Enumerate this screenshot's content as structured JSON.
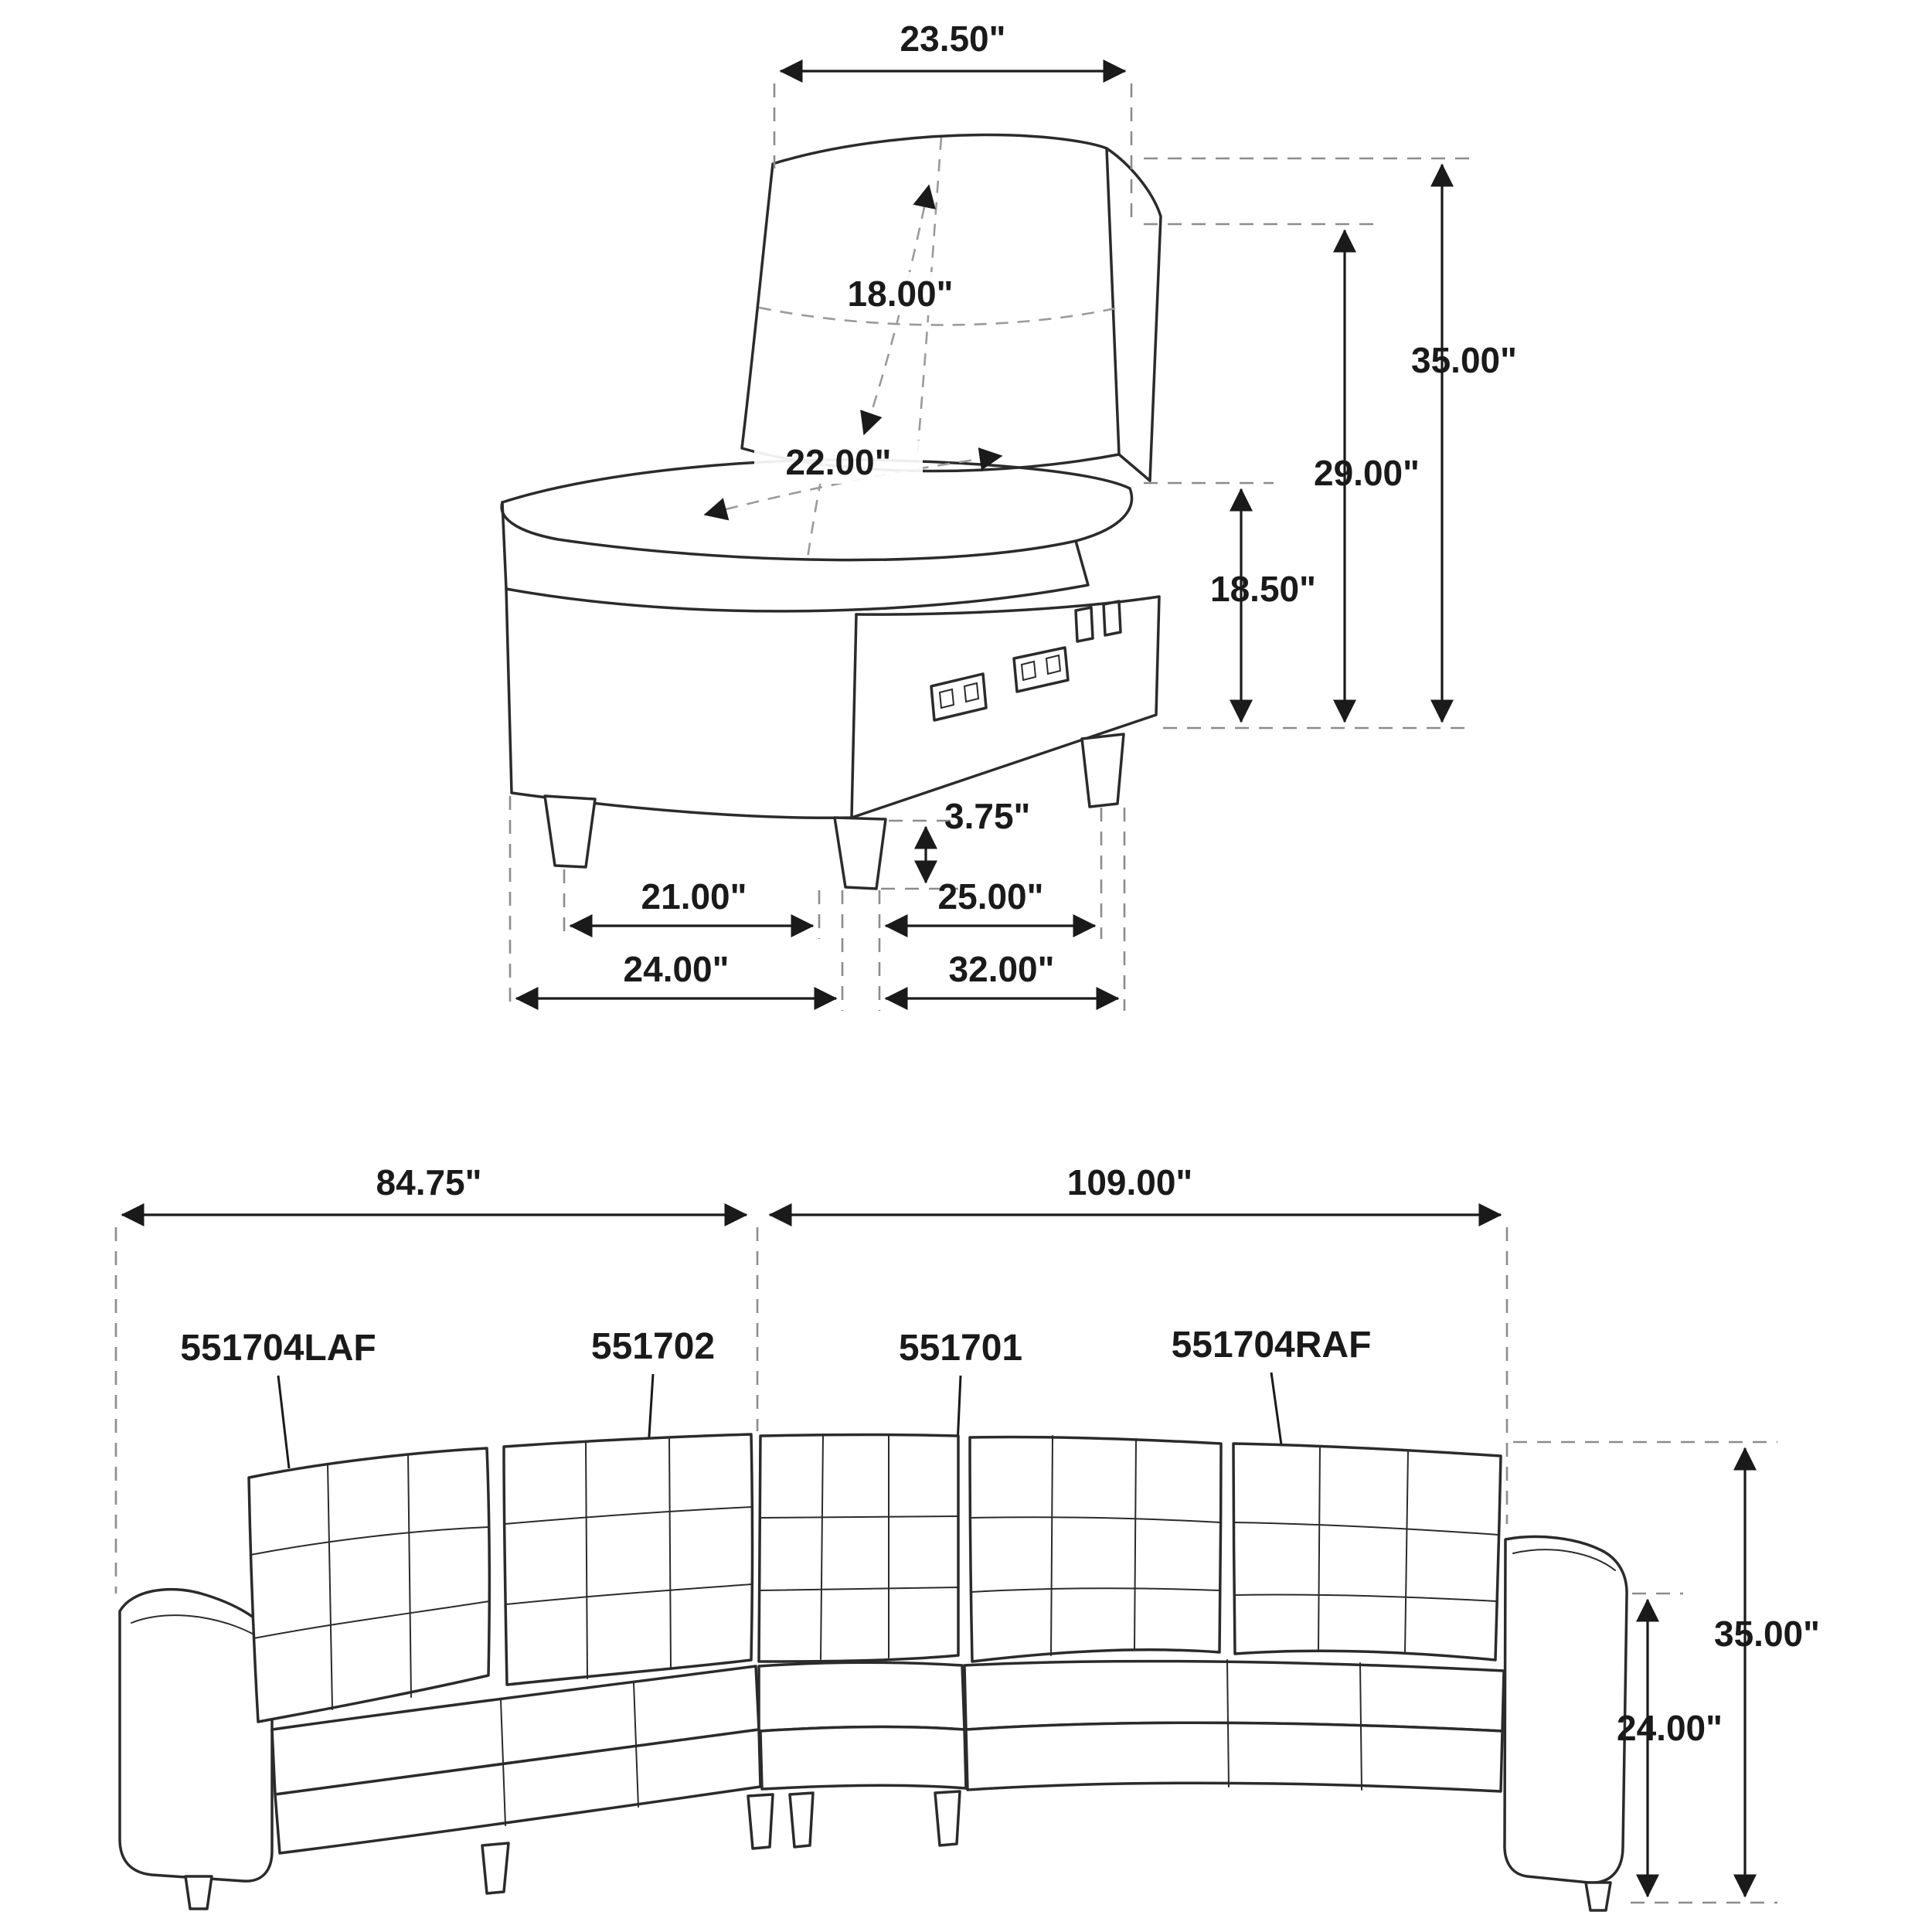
{
  "diagram": {
    "background": "#ffffff",
    "line_color": "#2b2b2b",
    "dash_color": "#8c8c8c",
    "kind": "furniture-dimension-diagram"
  },
  "chair": {
    "name": "armless-chair-dimension-view",
    "dims": {
      "back_width": "23.50\"",
      "back_length": "18.00\"",
      "overall_height": "35.00\"",
      "back_height": "29.00\"",
      "seat_depth": "22.00\"",
      "seat_height": "18.50\"",
      "leg_height": "3.75\"",
      "seat_width": "21.00\"",
      "base_depth": "25.00\"",
      "overall_width": "24.00\"",
      "overall_depth": "32.00\""
    }
  },
  "sectional": {
    "name": "sectional-sofa-dimension-view",
    "dims": {
      "left_length": "84.75\"",
      "right_length": "109.00\"",
      "overall_height": "35.00\"",
      "arm_height": "24.00\""
    },
    "parts": [
      {
        "sku": "551704LAF"
      },
      {
        "sku": "551702"
      },
      {
        "sku": "551701"
      },
      {
        "sku": "551704RAF"
      }
    ]
  }
}
